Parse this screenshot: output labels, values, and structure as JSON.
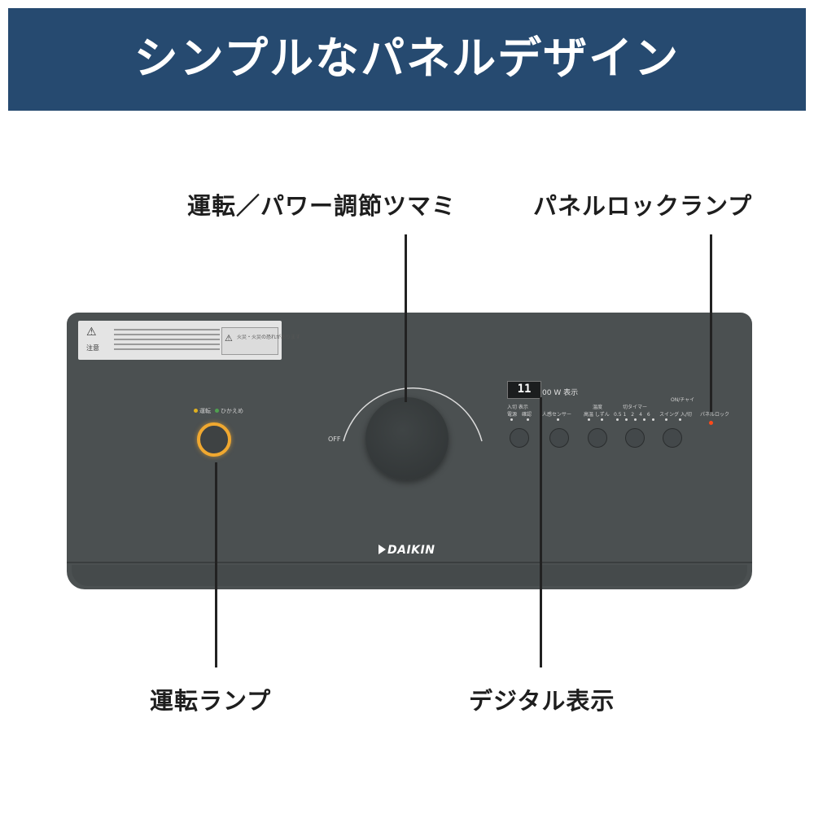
{
  "banner": {
    "title": "シンプルなパネルデザイン"
  },
  "callouts": {
    "knob": "運転／パワー調節ツマミ",
    "lock_lamp": "パネルロックランプ",
    "run_lamp": "運転ランプ",
    "digital": "デジタル表示"
  },
  "panel": {
    "warning_label": {
      "badge": "注意",
      "title": "火災・火災の恐れがあります"
    },
    "off_label": "OFF",
    "lamp_labels": {
      "run": "運転",
      "hide": "ひかえめ"
    },
    "display": {
      "digits": "11",
      "unit": "00 W 表示"
    },
    "controls": [
      {
        "top": "入切 表示",
        "sub": "電源　確認"
      },
      {
        "top": "",
        "sub": "人感センサー"
      },
      {
        "top": "温度",
        "sub": "高温 しずん"
      },
      {
        "top": "切タイマー",
        "sub": "0.5 1　2　4　6"
      },
      {
        "top": "ON/チャイ",
        "sub": "スイング 入/切"
      }
    ],
    "lock_text": "パネルロック",
    "brand": "DAIKIN"
  },
  "colors": {
    "banner": "#264a70",
    "panel": "#4b5051",
    "lamp_ring": "#f0a830",
    "lock_lamp": "#ff4a1a"
  }
}
